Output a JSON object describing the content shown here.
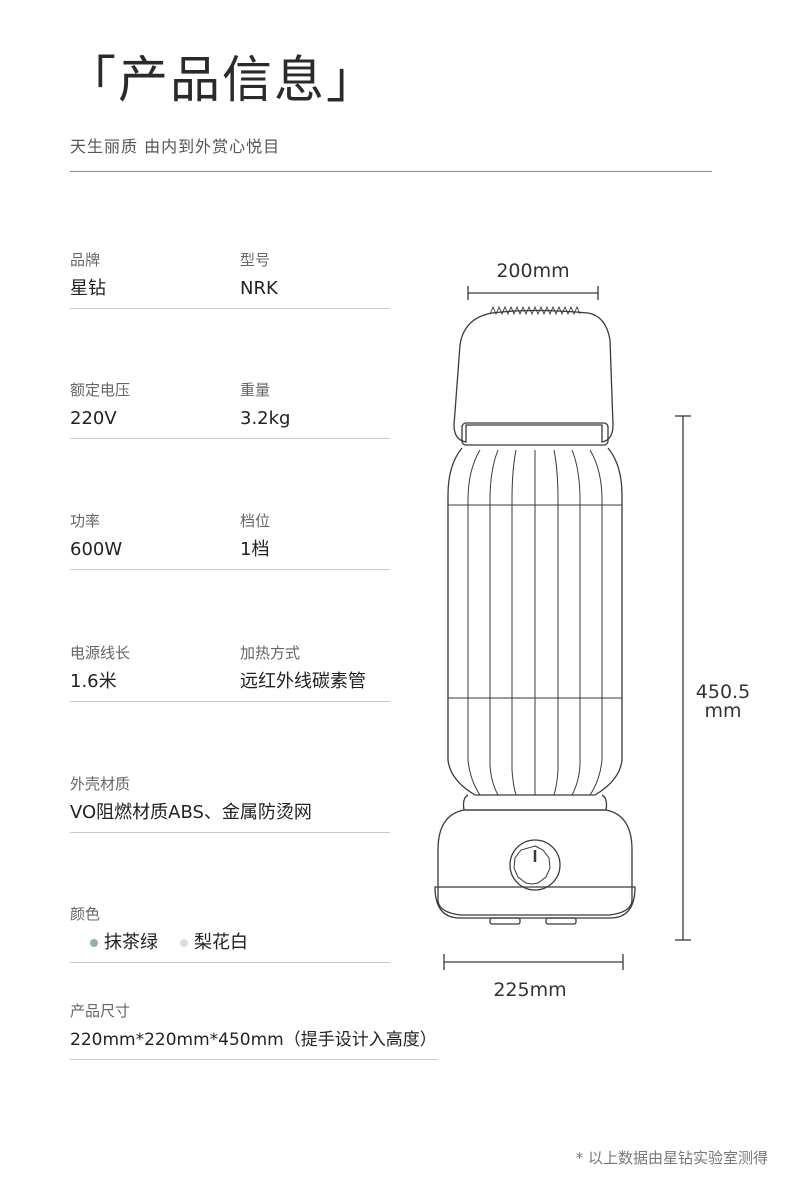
{
  "header": {
    "title": "「产品信息」",
    "subtitle": "天生丽质 由内到外赏心悦目"
  },
  "specs": {
    "brand": {
      "label": "品牌",
      "value": "星钻"
    },
    "model": {
      "label": "型号",
      "value": "NRK"
    },
    "voltage": {
      "label": "额定电压",
      "value": "220V"
    },
    "weight": {
      "label": "重量",
      "value": "3.2kg"
    },
    "power": {
      "label": "功率",
      "value": "600W"
    },
    "gear": {
      "label": "档位",
      "value": "1档"
    },
    "cord": {
      "label": "电源线长",
      "value": "1.6米"
    },
    "heating": {
      "label": "加热方式",
      "value": "远红外线碳素管"
    },
    "shell": {
      "label": "外壳材质",
      "value": "VO阻燃材质ABS、金属防烫网"
    },
    "color": {
      "label": "颜色",
      "options": [
        {
          "name": "抹茶绿",
          "hex": "#8fb59e"
        },
        {
          "name": "梨花白",
          "hex": "#dcdcdc"
        }
      ]
    },
    "size": {
      "label": "产品尺寸",
      "value": "220mm*220mm*450mm（提手设计入高度）"
    }
  },
  "diagram": {
    "top_width": "200mm",
    "height_value": "450.5",
    "height_unit": "mm",
    "base_width": "225mm"
  },
  "footer": {
    "note": "* 以上数据由星钻实验室测得"
  }
}
